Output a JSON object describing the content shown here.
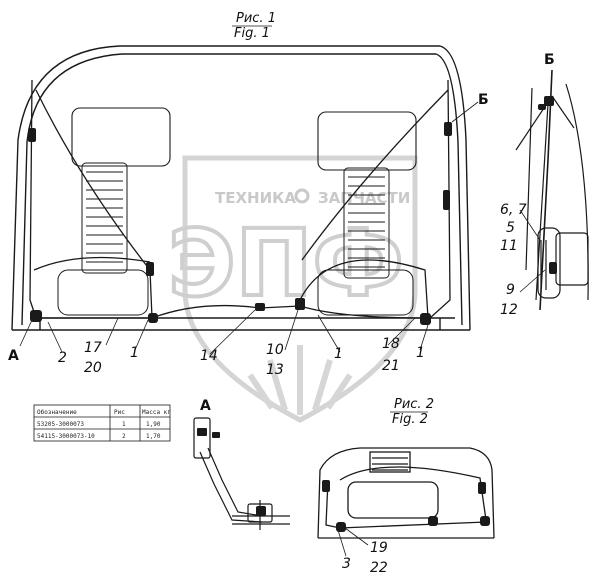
{
  "captions": {
    "fig1_ru": "Рис. 1",
    "fig1_en": "Fig. 1",
    "fig2_ru": "Рис. 2",
    "fig2_en": "Fig. 2"
  },
  "view_letters": {
    "a_main": "А",
    "b_main": "Б",
    "b_detail": "Б",
    "a_detail": "А"
  },
  "callouts": {
    "c_2": "2",
    "c_17": "17",
    "c_20": "20",
    "c_1_left": "1",
    "c_14": "14",
    "c_10": "10",
    "c_13": "13",
    "c_1_mid": "1",
    "c_18": "18",
    "c_21": "21",
    "c_1_right": "1",
    "c_6_7": "6, 7",
    "c_5": "5",
    "c_11": "11",
    "c_9": "9",
    "c_12": "12",
    "c_3": "3",
    "c_19": "19",
    "c_22": "22"
  },
  "watermark": {
    "line1": "ТЕХНИКА",
    "line2": "ЗАПЧАСТИ",
    "big": "ЭПФ"
  },
  "spec_table": {
    "headers": [
      "Обозначение",
      "Рис",
      "Масса кг"
    ],
    "rows": [
      [
        "53205-3000073",
        "1",
        "1,90"
      ],
      [
        "54115-3000073-10",
        "2",
        "1,70"
      ]
    ]
  },
  "colors": {
    "line": "#1a1a1a",
    "watermark": "#cfcfcf"
  }
}
